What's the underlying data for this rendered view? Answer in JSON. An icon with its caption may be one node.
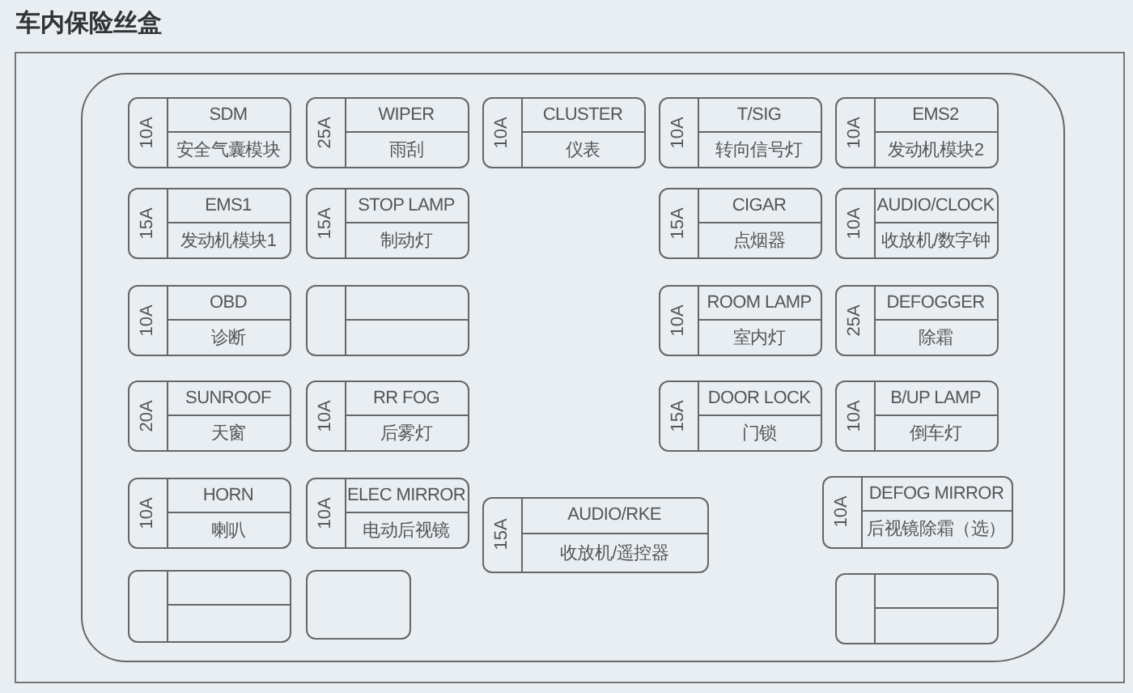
{
  "diagram": {
    "title": "车内保险丝盒",
    "nodes": [
      {
        "text": [],
        "shape": "box"
      },
      {
        "text": [
          "10A",
          "SDM",
          "安全气囊模块"
        ],
        "in": 0
      },
      {
        "text": [
          "25A",
          "WIPER",
          "雨刮"
        ],
        "in": 0
      },
      {
        "text": [
          "10A",
          "CLUSTER",
          "仪表"
        ],
        "in": 0
      },
      {
        "text": [
          "10A",
          "T/SIG",
          "转向信号灯"
        ],
        "in": 0
      },
      {
        "text": [
          "10A",
          "EMS2",
          "发动机模块2"
        ],
        "in": 0
      },
      {
        "text": [
          "15A",
          "EMS1",
          "发动机模块1"
        ],
        "in": 0
      },
      {
        "text": [
          "15A",
          "STOP LAMP",
          "制动灯"
        ],
        "in": 0
      },
      {
        "text": [
          "15A",
          "CIGAR",
          "点烟器"
        ],
        "in": 0
      },
      {
        "text": [
          "10A",
          "AUDIO/CLOCK",
          "收放机/数字钟"
        ],
        "in": 0
      },
      {
        "text": [
          "10A",
          "OBD",
          "诊断"
        ],
        "in": 0
      },
      {
        "text": [],
        "shape": "box",
        "in": 0
      },
      {
        "text": [
          "10A",
          "ROOM LAMP",
          "室内灯"
        ],
        "in": 0
      },
      {
        "text": [
          "25A",
          "DEFOGGER",
          "除霜"
        ],
        "in": 0
      },
      {
        "text": [
          "20A",
          "SUNROOF",
          "天窗"
        ],
        "in": 0
      },
      {
        "text": [
          "10A",
          "RR FOG",
          "后雾灯"
        ],
        "in": 0
      },
      {
        "text": [
          "15A",
          "DOOR LOCK",
          "门锁"
        ],
        "in": 0
      },
      {
        "text": [
          "10A",
          "B/UP LAMP",
          "倒车灯"
        ],
        "in": 0
      },
      {
        "text": [
          "10A",
          "HORN",
          "喇叭"
        ],
        "in": 0
      },
      {
        "text": [
          "10A",
          "ELEC MIRROR",
          "电动后视镜"
        ],
        "in": 0
      },
      {
        "text": [
          "15A",
          "AUDIO/RKE",
          "收放机/遥控器"
        ],
        "in": 0
      },
      {
        "text": [
          "10A",
          "DEFOG MIRROR",
          "后视镜除霜（选）"
        ],
        "in": 0
      },
      {
        "text": [],
        "shape": "box",
        "in": 0
      },
      {
        "text": [],
        "shape": "box",
        "in": 0
      },
      {
        "text": [],
        "shape": "box",
        "in": 0
      }
    ]
  }
}
